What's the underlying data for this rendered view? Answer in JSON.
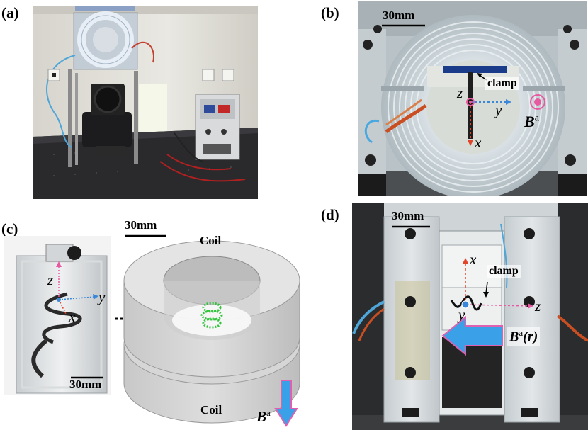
{
  "panels": {
    "a": {
      "label": "(a)"
    },
    "b": {
      "label": "(b)",
      "scale": "30mm",
      "clamp": "clamp",
      "axis_z": "z",
      "axis_y": "y",
      "axis_x": "x",
      "field": "B",
      "field_sup": "a"
    },
    "c": {
      "label": "(c)",
      "scale_top": "30mm",
      "scale_bottom": "30mm",
      "coil_top": "Coil",
      "coil_bottom": "Coil",
      "axis_z": "z",
      "axis_y": "y",
      "axis_x": "x",
      "field": "B",
      "field_sup": "a"
    },
    "d": {
      "label": "(d)",
      "scale": "30mm",
      "clamp": "clamp",
      "axis_x": "x",
      "axis_y": "y",
      "axis_z": "z",
      "field": "B",
      "field_sup": "a",
      "field_arg": "(r)"
    }
  },
  "colors": {
    "axis_red": "#e2442a",
    "axis_blue": "#3a86d8",
    "axis_pink": "#e85aa0",
    "arrow_blue": "#3aa0e8",
    "arrow_outline": "#e060b0",
    "helix_green": "#2fc43a"
  }
}
